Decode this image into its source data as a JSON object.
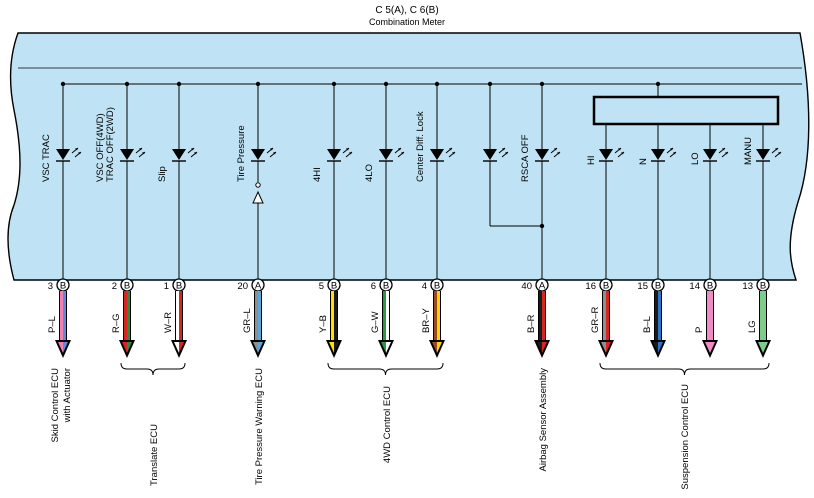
{
  "header": {
    "connector": "C 5(A), C 6(B)",
    "component": "Combination Meter"
  },
  "colors": {
    "meter_fill": "#bfe3f5",
    "outline": "#000000"
  },
  "indicators": [
    {
      "id": "vsc-trac",
      "label": "VSC TRAC",
      "pin": "3",
      "conn": "B",
      "wire": "P–L",
      "colors": [
        "#ef7fb4",
        "#5a8ed6"
      ],
      "dest": "d1"
    },
    {
      "id": "vsc-off",
      "label": "VSC OFF(4WD)",
      "label2": "TRAC OFF(2WD)",
      "pin": "2",
      "conn": "B",
      "wire": "R–G",
      "colors": [
        "#d7261f",
        "#2e8a3a"
      ],
      "dest": "d2"
    },
    {
      "id": "slip",
      "label": "Slip",
      "pin": "1",
      "conn": "B",
      "wire": "W–R",
      "colors": [
        "#ffffff",
        "#d7261f"
      ],
      "dest": "d2"
    },
    {
      "id": "tire-pressure",
      "label": "Tire Pressure",
      "pin": "20",
      "conn": "A",
      "wire": "GR–L",
      "colors": [
        "#8f8f8f",
        "#5aa7d9"
      ],
      "dest": "d3"
    },
    {
      "id": "4hi",
      "label": "4HI",
      "pin": "5",
      "conn": "B",
      "wire": "Y–B",
      "colors": [
        "#ffe000",
        "#1a1a1a"
      ],
      "dest": "d4"
    },
    {
      "id": "4lo",
      "label": "4LO",
      "pin": "6",
      "conn": "B",
      "wire": "G–W",
      "colors": [
        "#2a9a45",
        "#ffffff"
      ],
      "dest": "d4"
    },
    {
      "id": "center-diff-lock",
      "label": "Center Diff. Lock",
      "pin": "4",
      "conn": "B",
      "wire": "BR–Y",
      "colors": [
        "#9a4a1e",
        "#ffd200"
      ],
      "dest": "d4"
    },
    {
      "id": "rsca-off",
      "label": "RSCA OFF",
      "pin": "40",
      "conn": "A",
      "wire": "B–R",
      "colors": [
        "#1a1a1a",
        "#d7261f"
      ],
      "dest": "d5"
    },
    {
      "id": "hi",
      "label": "HI",
      "pin": "16",
      "conn": "B",
      "wire": "GR–R",
      "colors": [
        "#8f8f8f",
        "#d7261f"
      ],
      "dest": "d6"
    },
    {
      "id": "n",
      "label": "N",
      "pin": "15",
      "conn": "B",
      "wire": "B–L",
      "colors": [
        "#1a1a1a",
        "#2f74c8"
      ],
      "dest": "d6"
    },
    {
      "id": "lo",
      "label": "LO",
      "pin": "14",
      "conn": "B",
      "wire": "P",
      "colors": [
        "#f08cc4"
      ],
      "dest": "d6"
    },
    {
      "id": "manu",
      "label": "MANU",
      "pin": "13",
      "conn": "B",
      "wire": "LG",
      "colors": [
        "#7ccc8a"
      ],
      "dest": "d6"
    }
  ],
  "destinations": {
    "d1": {
      "label": "Skid Control ECU",
      "label2": "with Actuator"
    },
    "d2": {
      "label": "Translate ECU"
    },
    "d3": {
      "label": "Tire Pressure Warning ECU"
    },
    "d4": {
      "label": "4WD Control ECU"
    },
    "d5": {
      "label": "Airbag Sensor Assembly"
    },
    "d6": {
      "label": "Suspension Control ECU"
    }
  }
}
